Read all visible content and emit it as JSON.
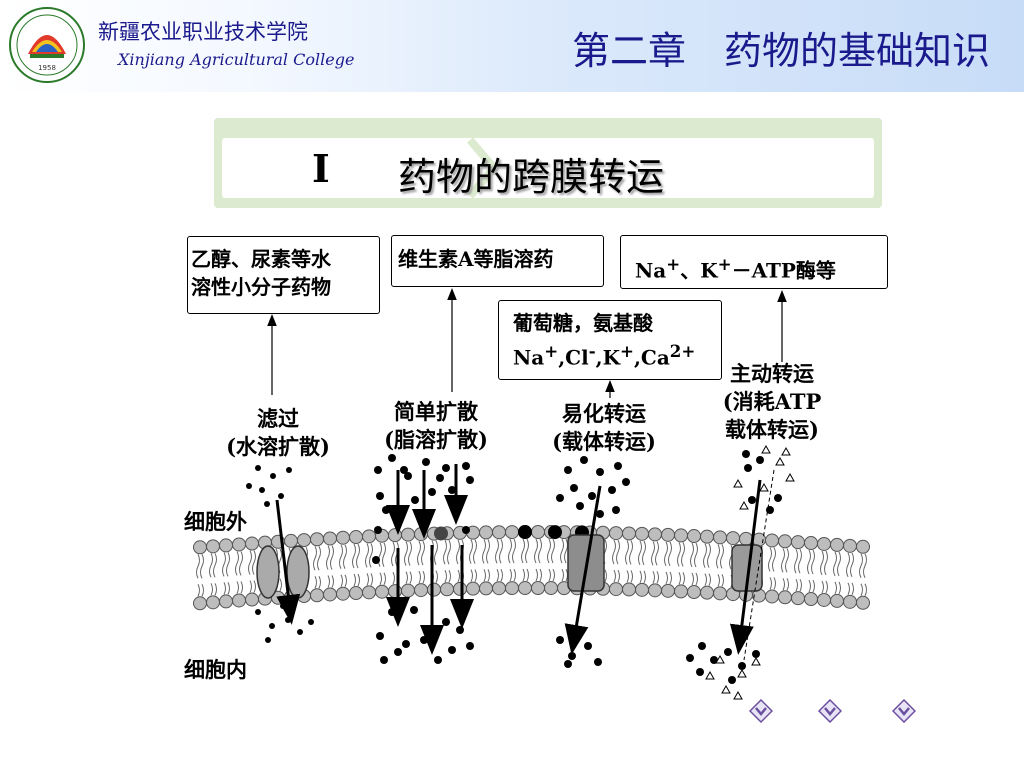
{
  "header": {
    "college_cn": "新疆农业职业技术学院",
    "college_en": "Xinjiang Agricultural College",
    "chapter_title": "第二章　药物的基础知识",
    "logo_year": "1958"
  },
  "section": {
    "number": "Ⅰ",
    "title": "药物的跨膜转运"
  },
  "diagram": {
    "box_water_line1": "乙醇、尿素等水",
    "box_water_line2": "溶性小分子药物",
    "box_lipid": "维生素A等脂溶药",
    "box_glucose_line1": "葡萄糖，氨基酸",
    "box_ions_label": "Na+,Cl-,K+,Ca2+",
    "box_pump_label": "Na+、K+－ATP酶等",
    "filtration_line1": "滤过",
    "filtration_line2": "(水溶扩散)",
    "simple_line1": "简单扩散",
    "simple_line2": "(脂溶扩散)",
    "facilitated_line1": "易化转运",
    "facilitated_line2": "(载体转运)",
    "active_line1": "主动转运",
    "active_line2": "(消耗ATP",
    "active_line3": "载体转运)",
    "outside_cell": "细胞外",
    "inside_cell": "细胞内"
  },
  "nav": {
    "icon_names": [
      "nav-prev-icon",
      "nav-home-icon",
      "nav-next-icon"
    ],
    "color": "#6a4fa0"
  },
  "colors": {
    "title_blue": "#1a1a8c",
    "banner_green": "#dcebcf",
    "membrane_gray": "#bdbdbd"
  }
}
